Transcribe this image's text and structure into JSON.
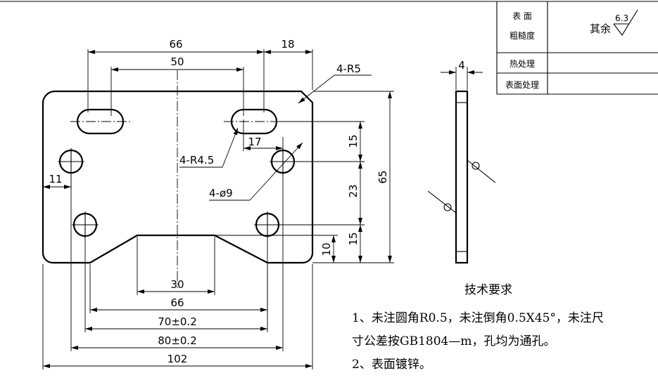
{
  "dimensions": {
    "d66_top": "66",
    "d18": "18",
    "d50": "50",
    "d4r5": "4-R5",
    "d17": "17",
    "d4r45": "4-R4.5",
    "d4phi9": "4-ø9",
    "d11": "11",
    "d15a": "15",
    "d23": "23",
    "d15b": "15",
    "d10": "10",
    "d65": "65",
    "d30": "30",
    "d66_bot": "66",
    "d70": "70±0.2",
    "d80": "80±0.2",
    "d102": "102",
    "d4_side": "4"
  },
  "title_block": {
    "surface_roughness_1": "表 面",
    "surface_roughness_2": "粗糙度",
    "others": "其余",
    "roughness_value": "6.3",
    "heat_treatment": "热处理",
    "surface_treatment": "表面处理"
  },
  "notes": {
    "heading": "技术要求",
    "line1": "1、未注圆角R0.5，未注倒角0.5X45°，未注尺",
    "line2": "寸公差按GB1804—m，孔均为通孔。",
    "line3": "2、表面镀锌。"
  }
}
